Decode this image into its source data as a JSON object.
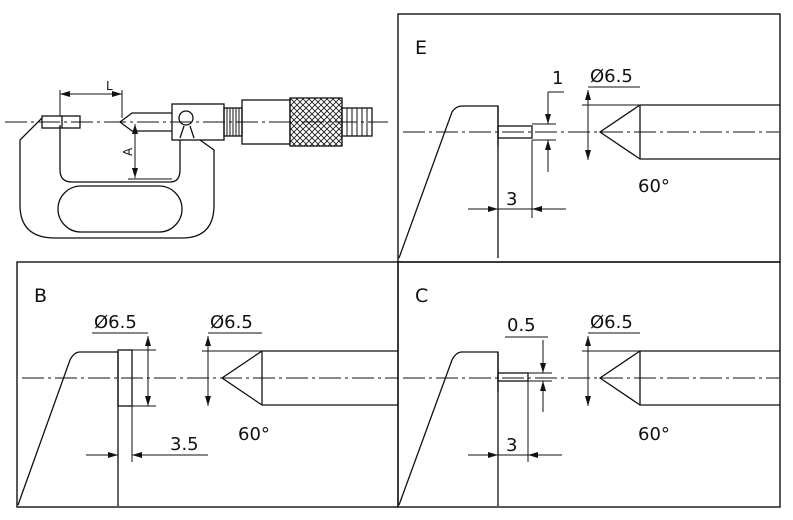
{
  "overview": {
    "label_l": "L",
    "label_a": "A"
  },
  "panel_e": {
    "letter": "E",
    "dim_gap": "1",
    "dim_dia": "Ø6.5",
    "dim_len": "3",
    "angle": "60°"
  },
  "panel_b": {
    "letter": "B",
    "dim_dia_disc": "Ø6.5",
    "dim_dia_cone": "Ø6.5",
    "dim_len": "3.5",
    "angle": "60°"
  },
  "panel_c": {
    "letter": "C",
    "dim_gap": "0.5",
    "dim_dia": "Ø6.5",
    "dim_len": "3",
    "angle": "60°"
  }
}
